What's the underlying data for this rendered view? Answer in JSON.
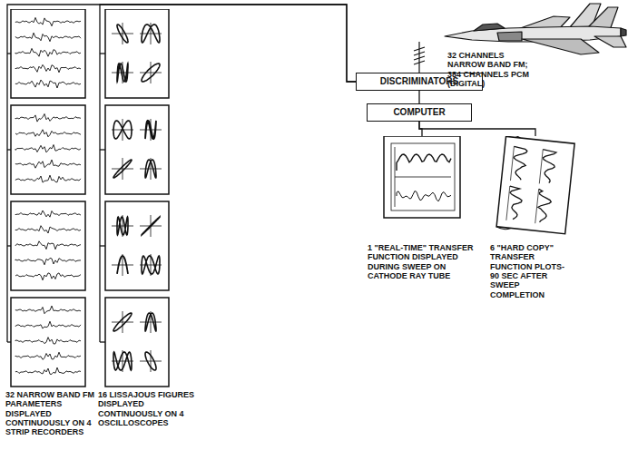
{
  "diagram": {
    "nodes": [
      {
        "text": [
          "32 NARROW BAND FM PARAMETERS DISPLAYED CONTINUOUSLY ON 4 STRIP RECORDERS"
        ]
      },
      {
        "text": [
          "16 LISSAJOUS FIGURES DISPLAYED CONTINUOUSLY ON 4 OSCILLOSCOPES"
        ]
      },
      {
        "text": [
          "DISCRIMINATORS"
        ]
      },
      {
        "text": [
          "COMPUTER"
        ]
      },
      {
        "text": [
          "1 \"REAL-TIME\" TRANSFER FUNCTION DISPLAYED DURING SWEEP ON CATHODE RAY TUBE"
        ]
      },
      {
        "text": [
          "6 \"HARD COPY\" TRANSFER FUNCTION PLOTS- 90 SEC AFTER SWEEP COMPLETION"
        ]
      }
    ],
    "edges": [
      {
        "from": 2,
        "to": 0,
        "arrow": "none"
      },
      {
        "from": 2,
        "to": 1,
        "arrow": "none"
      },
      {
        "from": 2,
        "to": 3,
        "arrow": "none"
      },
      {
        "from": 3,
        "to": 4,
        "arrow": "none"
      },
      {
        "from": 3,
        "to": 5,
        "arrow": "none"
      }
    ],
    "labels": [
      "32 CHANNELS NARROW BAND FM; 384 CHANNELS PCM (DIGITAL)"
    ]
  }
}
